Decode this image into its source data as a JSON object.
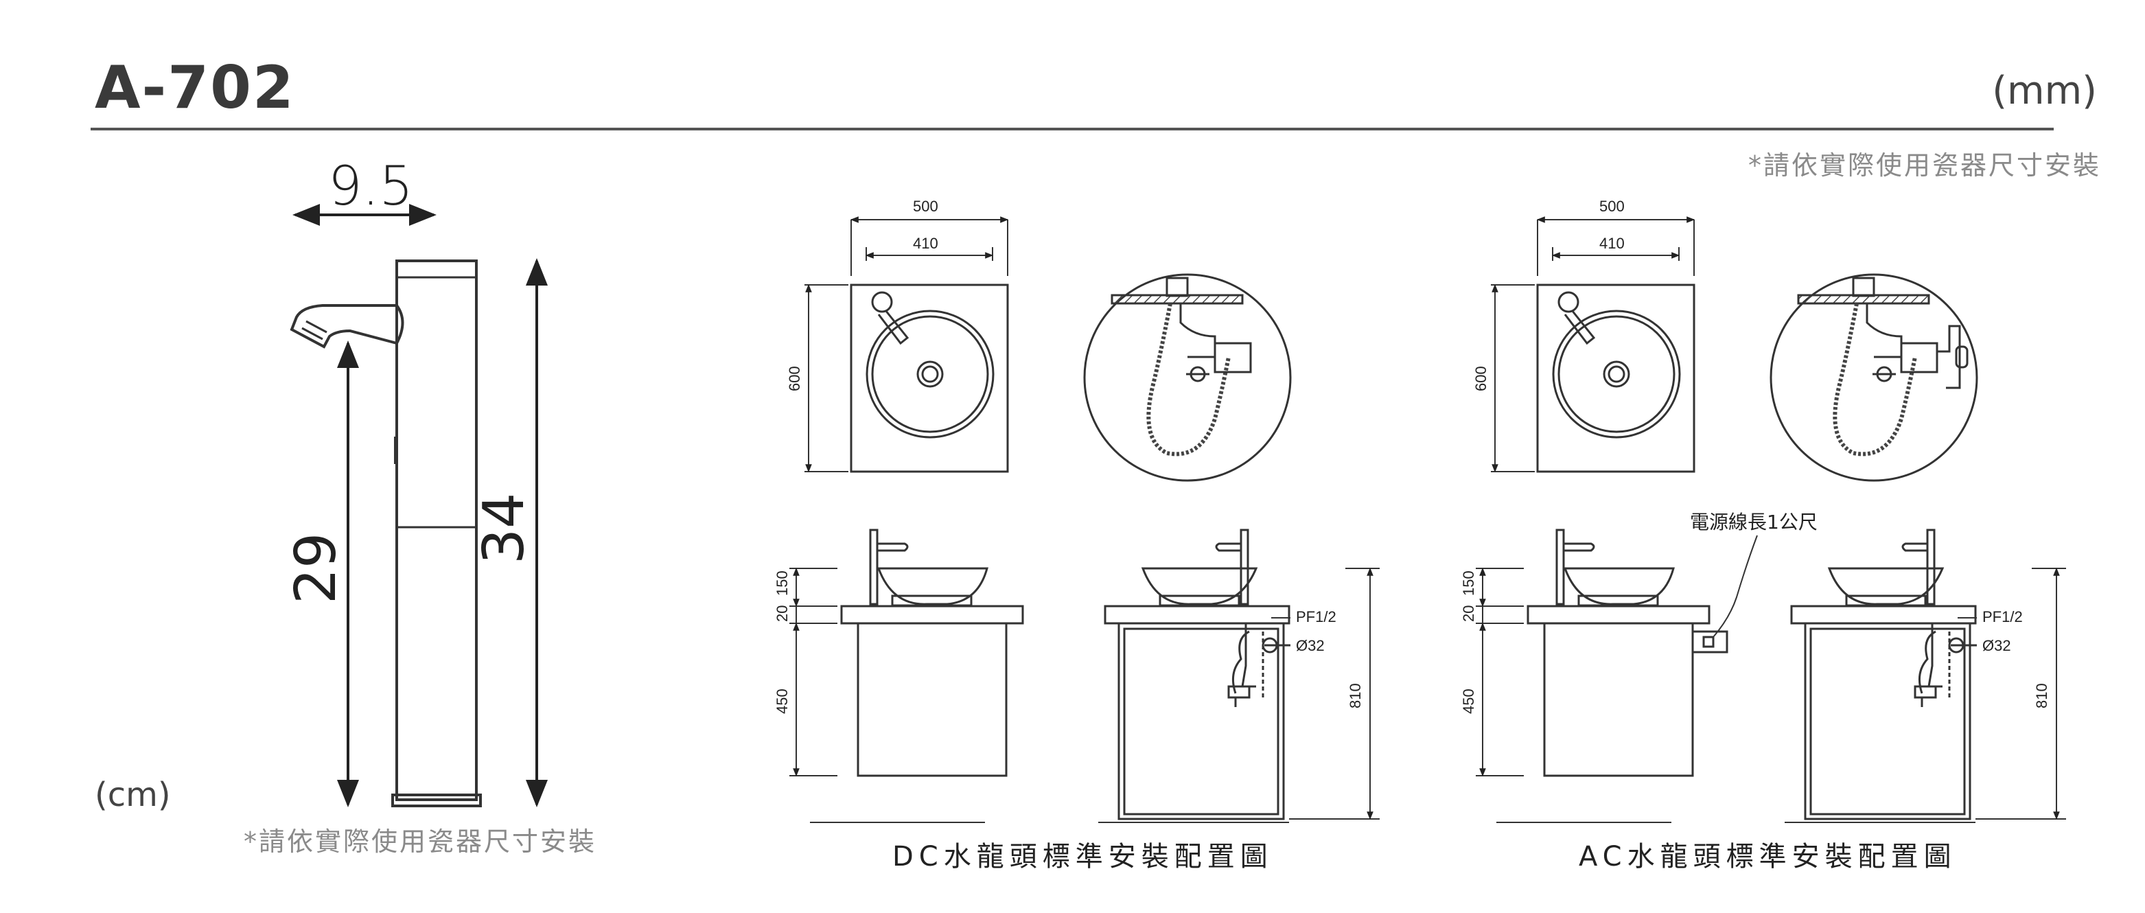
{
  "header": {
    "model": "A-702",
    "unit_mm": "(mm)",
    "note": "*請依實際使用瓷器尺寸安裝"
  },
  "faucet": {
    "width_label": "9.5",
    "spout_height_label": "29",
    "total_height_label": "34",
    "unit_cm": "(cm)",
    "note": "*請依實際使用瓷器尺寸安裝"
  },
  "dc_layout": {
    "caption": "DC水龍頭標準安裝配置圖",
    "top_width": "500",
    "basin_width": "410",
    "depth": "600",
    "height_150": "150",
    "height_20": "20",
    "height_450": "450",
    "total_height": "810",
    "pipe_spec_1": "PF1/2",
    "pipe_spec_2": "Ø32"
  },
  "ac_layout": {
    "caption": "AC水龍頭標準安裝配置圖",
    "top_width": "500",
    "basin_width": "410",
    "depth": "600",
    "height_150": "150",
    "height_20": "20",
    "height_450": "450",
    "total_height": "810",
    "pipe_spec_1": "PF1/2",
    "pipe_spec_2": "Ø32",
    "cable_note": "電源線長1公尺"
  }
}
